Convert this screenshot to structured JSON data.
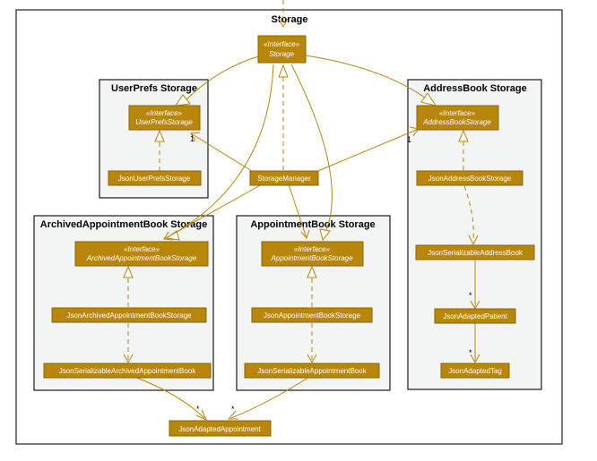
{
  "diagram": {
    "title": "Storage",
    "stereotype": "«Interface»",
    "packages": {
      "userprefs": "UserPrefs Storage",
      "addressbook": "AddressBook Storage",
      "archived": "ArchivedAppointmentBook Storage",
      "appointmentbook": "AppointmentBook Storage"
    },
    "classes": {
      "storage": "Storage",
      "user_prefs_storage": "UserPrefsStorage",
      "json_user_prefs_storage": "JsonUserPrefsStorage",
      "address_book_storage": "AddressBookStorage",
      "json_address_book_storage": "JsonAddressBookStorage",
      "json_serializable_address_book": "JsonSerializableAddressBook",
      "json_adapted_patient": "JsonAdaptedPatient",
      "json_adapted_tag": "JsonAdaptedTag",
      "storage_manager": "StorageManager",
      "archived_appointment_book_storage": "ArchivedAppointmentBookStorage",
      "json_archived_appointment_book_storage": "JsonArchivedAppointmentBookStorage",
      "json_serializable_archived_appointment_book": "JsonSerializableArchivedAppointmentBook",
      "appointment_book_storage": "AppointmentBookStorage",
      "json_appointment_book_storage": "JsonAppointmentBookStorage",
      "json_serializable_appointment_book": "JsonSerializableAppointmentBook",
      "json_adapted_appointment": "JsonAdaptedAppointment"
    },
    "multiplicities": {
      "one": "1",
      "many": "*"
    }
  }
}
